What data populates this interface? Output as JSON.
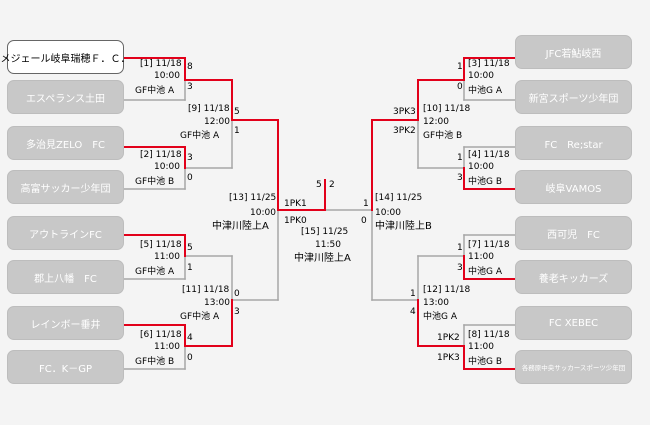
{
  "teams_left": [
    "メジェール岐阜瑞穂Ｆ．Ｃ．",
    "エスペランス土田",
    "多治見ZELO　FC",
    "高富サッカー少年団",
    "アウトラインFC",
    "郡上八幡　FC",
    "レインボー垂井",
    "FC．K－GP"
  ],
  "teams_right": [
    "JFC若鮎岐西",
    "新宮スポーツ少年団",
    "FC　Re;star",
    "岐阜VAMOS",
    "西可児　FC",
    "養老キッカーズ",
    "FC XEBEC",
    "各務原中央サッカースポーツ少年団"
  ],
  "matches": {
    "m1": {
      "label": "[1] 11/18",
      "time": "10:00",
      "venue": "GF中池 A",
      "score_top": "8",
      "score_bottom": "3"
    },
    "m2": {
      "label": "[2] 11/18",
      "time": "10:00",
      "venue": "GF中池 B",
      "score_top": "3",
      "score_bottom": "0"
    },
    "m3": {
      "label": "[3] 11/18",
      "time": "10:00",
      "venue": "中池G A",
      "score_top": "1",
      "score_bottom": "0"
    },
    "m4": {
      "label": "[4] 11/18",
      "time": "10:00",
      "venue": "中池G B",
      "score_top": "1",
      "score_bottom": "3"
    },
    "m5": {
      "label": "[5] 11/18",
      "time": "11:00",
      "venue": "GF中池 A",
      "score_top": "5",
      "score_bottom": "1"
    },
    "m6": {
      "label": "[6] 11/18",
      "time": "11:00",
      "venue": "GF中池 B",
      "score_top": "4",
      "score_bottom": "0"
    },
    "m7": {
      "label": "[7] 11/18",
      "time": "11:00",
      "venue": "中池G A",
      "score_top": "1",
      "score_bottom": "3"
    },
    "m8": {
      "label": "[8] 11/18",
      "time": "11:00",
      "venue": "中池G B",
      "score_top": "1PK2",
      "score_bottom": "1PK3"
    },
    "m9": {
      "label": "[9] 11/18",
      "time": "12:00",
      "venue": "GF中池 A",
      "score_top": "5",
      "score_bottom": "1"
    },
    "m10": {
      "label": "[10] 11/18",
      "time": "12:00",
      "venue": "GF中池 B",
      "score_top": "3PK3",
      "score_bottom": "3PK2"
    },
    "m11": {
      "label": "[11] 11/18",
      "time": "13:00",
      "venue": "GF中池 A",
      "score_top": "0",
      "score_bottom": "3"
    },
    "m12": {
      "label": "[12] 11/18",
      "time": "13:00",
      "venue": "中池G A",
      "score_top": "1",
      "score_bottom": "4"
    },
    "m13": {
      "label": "[13] 11/25",
      "time": "10:00",
      "venue": "中津川陸上A",
      "score_top": "1PK1",
      "score_bottom": "1PK0"
    },
    "m14": {
      "label": "[14] 11/25",
      "time": "10:00",
      "venue": "中津川陸上B",
      "score_top": "1",
      "score_bottom": "0"
    },
    "m15": {
      "label": "[15] 11/25",
      "time": "11:50",
      "venue": "中津川陸上A",
      "score_left": "5",
      "score_right": "2"
    }
  },
  "colors": {
    "win_line": "#e2001a",
    "loss_line": "#a6a6a6",
    "team_box": "#c8c8c8",
    "highlight_box": "#ffffff"
  }
}
